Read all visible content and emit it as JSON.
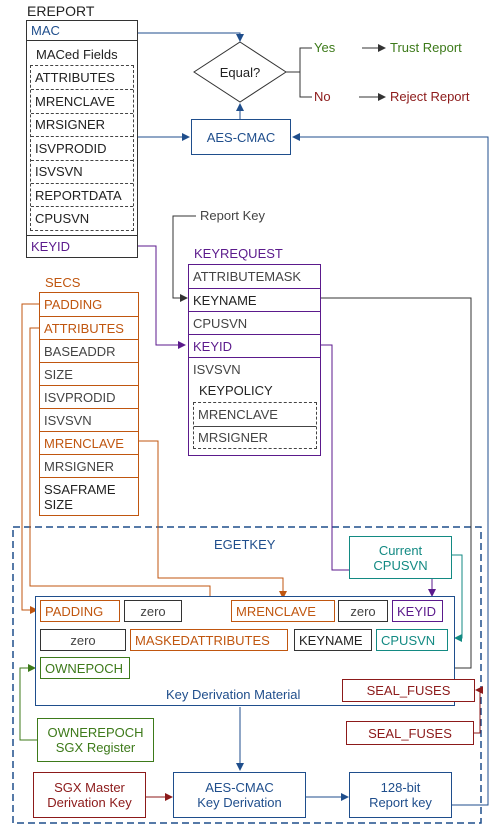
{
  "ereport": {
    "title": "EREPORT",
    "mac": "MAC",
    "maced_fields_title": "MACed Fields",
    "fields": [
      "ATTRIBUTES",
      "MRENCLAVE",
      "MRSIGNER",
      "ISVPRODID",
      "ISVSVN",
      "REPORTDATA",
      "CPUSVN"
    ],
    "keyid": "KEYID"
  },
  "compare": {
    "equal": "Equal?",
    "yes": "Yes",
    "no": "No",
    "trust": "Trust Report",
    "reject": "Reject Report",
    "aes_cmac": "AES-CMAC"
  },
  "report_key_label": "Report Key",
  "keyrequest": {
    "title": "KEYREQUEST",
    "fields": [
      "ATTRIBUTEMASK",
      "KEYNAME",
      "CPUSVN",
      "KEYID",
      "ISVSVN"
    ],
    "keypolicy_title": "KEYPOLICY",
    "keypolicy_fields": [
      "MRENCLAVE",
      "MRSIGNER"
    ]
  },
  "secs": {
    "title": "SECS",
    "fields": [
      "PADDING",
      "ATTRIBUTES",
      "BASEADDR",
      "SIZE",
      "ISVPRODID",
      "ISVSVN",
      "MRENCLAVE",
      "MRSIGNER"
    ],
    "ssaframe_line1": "SSAFRAME",
    "ssaframe_line2": "SIZE"
  },
  "egetkey": {
    "title": "EGETKEY",
    "current_cpusvn_line1": "Current",
    "current_cpusvn_line2": "CPUSVN",
    "kdm_row1": [
      "PADDING",
      "zero",
      "MRENCLAVE",
      "zero",
      "KEYID"
    ],
    "kdm_row2": [
      "zero",
      "MASKEDATTRIBUTES",
      "KEYNAME",
      "CPUSVN"
    ],
    "ownepoch": "OWNEPOCH",
    "kdm_label": "Key Derivation Material",
    "seal_fuses_inner": "SEAL_FUSES",
    "seal_fuses_outer": "SEAL_FUSES",
    "ownerepoch_line1": "OWNEREPOCH",
    "ownerepoch_line2": "SGX Register",
    "sgx_master_line1": "SGX Master",
    "sgx_master_line2": "Derivation Key",
    "aes_kd_line1": "AES-CMAC",
    "aes_kd_line2": "Key Derivation",
    "report_key_line1": "128-bit",
    "report_key_line2": "Report key"
  },
  "colors": {
    "blue": "#1f4e8c",
    "purple": "#5b1a8c",
    "orange": "#c0560f",
    "green": "#3d7a1a",
    "teal": "#138a83",
    "red": "#8c1a1a",
    "grey": "#444444"
  }
}
